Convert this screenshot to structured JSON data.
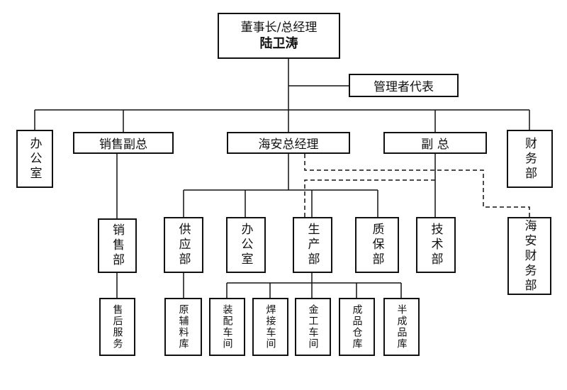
{
  "chairman": {
    "title": "董事长/总经理",
    "name": "陆卫涛"
  },
  "rep": "管理者代表",
  "office_top": "办公室",
  "sales_vp": "销售副总",
  "haian_gm": "海安总经理",
  "vp": "副 总",
  "finance": "财务部",
  "sales_dept": "销售部",
  "supply": "供应部",
  "office2": "办公室",
  "production": "生产部",
  "quality": "质保部",
  "tech": "技术部",
  "haian_finance": "海安财务部",
  "after_sales": "售后服务",
  "raw_store": "原辅料库",
  "assembly": "装配车间",
  "welding": "焊接车间",
  "metalwork": "金工车间",
  "finished_store": "成品仓库",
  "semi_store": "半成品库"
}
